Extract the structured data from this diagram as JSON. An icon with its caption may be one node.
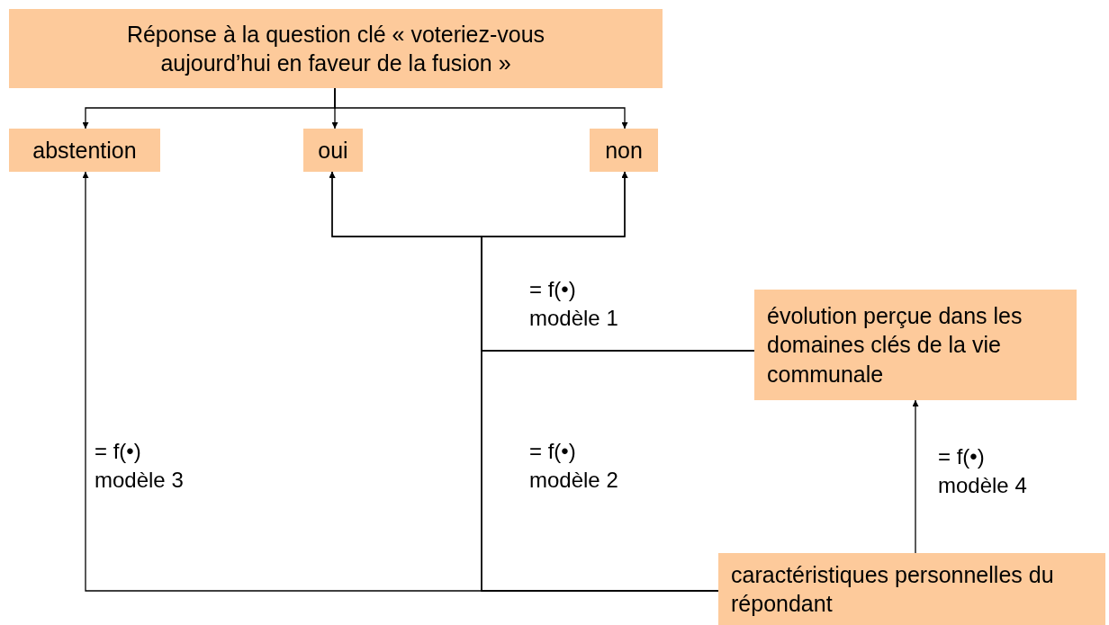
{
  "diagram": {
    "nodes": [
      {
        "text": [
          "Réponse à la question clé « voteriez-vous aujourd’hui en faveur de la fusion »"
        ]
      },
      {
        "text": [
          "abstention"
        ]
      },
      {
        "text": [
          "oui"
        ]
      },
      {
        "text": [
          "non"
        ]
      },
      {
        "text": [
          "évolution perçue dans les domaines clés de la vie communale"
        ]
      },
      {
        "text": [
          "caractéristiques personnelles du répondant"
        ]
      }
    ],
    "edges": [
      {
        "from": 0,
        "to": 1,
        "arrow": "to"
      },
      {
        "from": 0,
        "to": 2,
        "arrow": "to"
      },
      {
        "from": 0,
        "to": 3,
        "arrow": "to"
      },
      {
        "from": 4,
        "to": 2,
        "arrow": "to",
        "label": "= f(•) modèle 1"
      },
      {
        "from": 4,
        "to": 3,
        "arrow": "to"
      },
      {
        "from": 5,
        "to": 2,
        "arrow": "to",
        "label": "= f(•) modèle 2"
      },
      {
        "from": 5,
        "to": 3,
        "arrow": "to"
      },
      {
        "from": 5,
        "to": 1,
        "arrow": "to",
        "label": "= f(•) modèle 3"
      },
      {
        "from": 5,
        "to": 4,
        "arrow": "to",
        "label": "= f(•) modèle 4"
      }
    ]
  }
}
